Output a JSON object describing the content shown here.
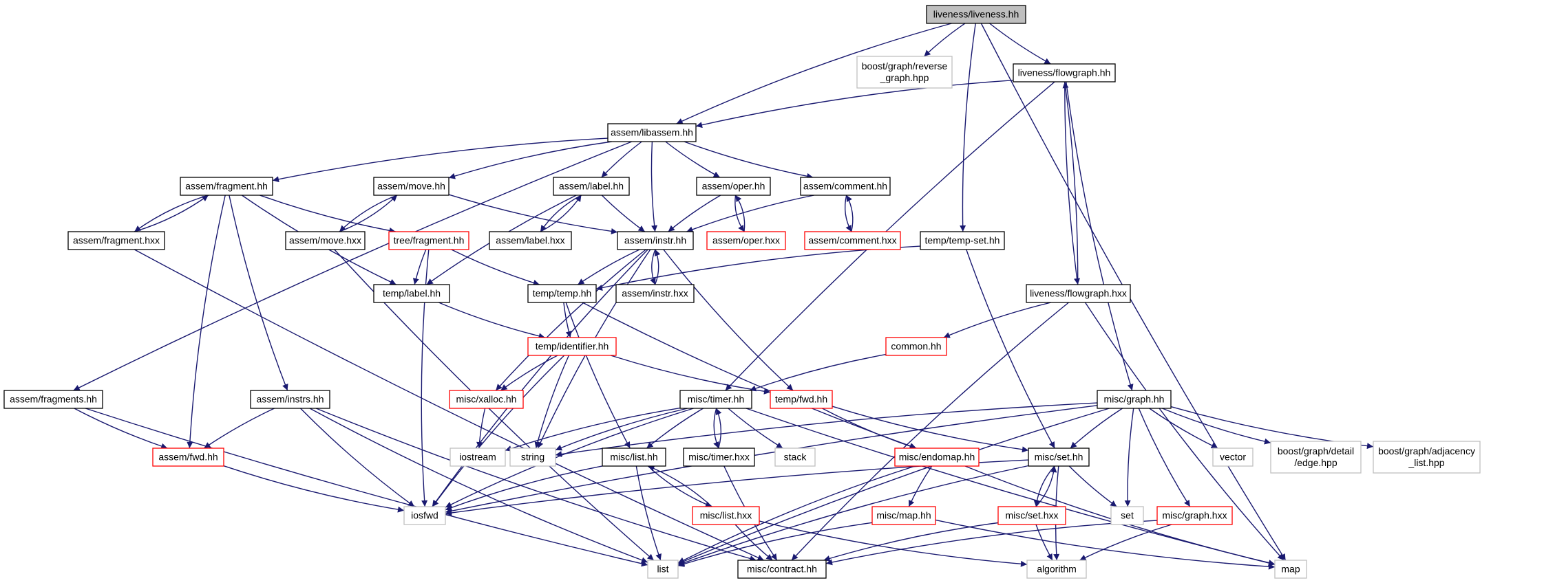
{
  "colors": {
    "edge": "#191970",
    "root_fill": "#bfbfbf",
    "documented_border": "#000000",
    "truncated_border": "#ff0000",
    "external_border": "#bfbfbf",
    "external_text": "#000000"
  },
  "nodes": [
    {
      "id": "root",
      "kind": "root",
      "lines": [
        "liveness/liveness.hh"
      ]
    },
    {
      "id": "reverse_graph",
      "kind": "external",
      "lines": [
        "boost/graph/reverse",
        "_graph.hpp"
      ]
    },
    {
      "id": "flowgraph_hh",
      "kind": "documented",
      "lines": [
        "liveness/flowgraph.hh"
      ]
    },
    {
      "id": "libassem",
      "kind": "documented",
      "lines": [
        "assem/libassem.hh"
      ]
    },
    {
      "id": "fragment_hh",
      "kind": "documented",
      "lines": [
        "assem/fragment.hh"
      ]
    },
    {
      "id": "move_hh",
      "kind": "documented",
      "lines": [
        "assem/move.hh"
      ]
    },
    {
      "id": "label_hh",
      "kind": "documented",
      "lines": [
        "assem/label.hh"
      ]
    },
    {
      "id": "oper_hh",
      "kind": "documented",
      "lines": [
        "assem/oper.hh"
      ]
    },
    {
      "id": "comment_hh",
      "kind": "documented",
      "lines": [
        "assem/comment.hh"
      ]
    },
    {
      "id": "fragment_hxx",
      "kind": "documented",
      "lines": [
        "assem/fragment.hxx"
      ]
    },
    {
      "id": "move_hxx",
      "kind": "documented",
      "lines": [
        "assem/move.hxx"
      ]
    },
    {
      "id": "tree_fragment",
      "kind": "truncated",
      "lines": [
        "tree/fragment.hh"
      ]
    },
    {
      "id": "label_hxx",
      "kind": "documented",
      "lines": [
        "assem/label.hxx"
      ]
    },
    {
      "id": "instr_hh",
      "kind": "documented",
      "lines": [
        "assem/instr.hh"
      ]
    },
    {
      "id": "oper_hxx",
      "kind": "truncated",
      "lines": [
        "assem/oper.hxx"
      ]
    },
    {
      "id": "comment_hxx",
      "kind": "truncated",
      "lines": [
        "assem/comment.hxx"
      ]
    },
    {
      "id": "temp_set",
      "kind": "documented",
      "lines": [
        "temp/temp-set.hh"
      ]
    },
    {
      "id": "temp_label",
      "kind": "documented",
      "lines": [
        "temp/label.hh"
      ]
    },
    {
      "id": "temp_temp",
      "kind": "documented",
      "lines": [
        "temp/temp.hh"
      ]
    },
    {
      "id": "instr_hxx",
      "kind": "documented",
      "lines": [
        "assem/instr.hxx"
      ]
    },
    {
      "id": "flowgraph_hxx",
      "kind": "documented",
      "lines": [
        "liveness/flowgraph.hxx"
      ]
    },
    {
      "id": "common_hh",
      "kind": "truncated",
      "lines": [
        "common.hh"
      ]
    },
    {
      "id": "identifier",
      "kind": "truncated",
      "lines": [
        "temp/identifier.hh"
      ]
    },
    {
      "id": "fragments_hh",
      "kind": "documented",
      "lines": [
        "assem/fragments.hh"
      ]
    },
    {
      "id": "instrs_hh",
      "kind": "documented",
      "lines": [
        "assem/instrs.hh"
      ]
    },
    {
      "id": "xalloc",
      "kind": "truncated",
      "lines": [
        "misc/xalloc.hh"
      ]
    },
    {
      "id": "timer_hh",
      "kind": "documented",
      "lines": [
        "misc/timer.hh"
      ]
    },
    {
      "id": "temp_fwd",
      "kind": "truncated",
      "lines": [
        "temp/fwd.hh"
      ]
    },
    {
      "id": "graph_hh",
      "kind": "documented",
      "lines": [
        "misc/graph.hh"
      ]
    },
    {
      "id": "assem_fwd",
      "kind": "truncated",
      "lines": [
        "assem/fwd.hh"
      ]
    },
    {
      "id": "iostream",
      "kind": "external",
      "lines": [
        "iostream"
      ]
    },
    {
      "id": "string",
      "kind": "external",
      "lines": [
        "string"
      ]
    },
    {
      "id": "list_hh",
      "kind": "documented",
      "lines": [
        "misc/list.hh"
      ]
    },
    {
      "id": "timer_hxx",
      "kind": "documented",
      "lines": [
        "misc/timer.hxx"
      ]
    },
    {
      "id": "stack",
      "kind": "external",
      "lines": [
        "stack"
      ]
    },
    {
      "id": "endomap",
      "kind": "truncated",
      "lines": [
        "misc/endomap.hh"
      ]
    },
    {
      "id": "set_hh",
      "kind": "documented",
      "lines": [
        "misc/set.hh"
      ]
    },
    {
      "id": "vector",
      "kind": "external",
      "lines": [
        "vector"
      ]
    },
    {
      "id": "edge_hpp",
      "kind": "external",
      "lines": [
        "boost/graph/detail",
        "/edge.hpp"
      ]
    },
    {
      "id": "adjacency",
      "kind": "external",
      "lines": [
        "boost/graph/adjacency",
        "_list.hpp"
      ]
    },
    {
      "id": "iosfwd",
      "kind": "external",
      "lines": [
        "iosfwd"
      ]
    },
    {
      "id": "list_hxx",
      "kind": "truncated",
      "lines": [
        "misc/list.hxx"
      ]
    },
    {
      "id": "map_hh",
      "kind": "truncated",
      "lines": [
        "misc/map.hh"
      ]
    },
    {
      "id": "set_hxx",
      "kind": "truncated",
      "lines": [
        "misc/set.hxx"
      ]
    },
    {
      "id": "set",
      "kind": "external",
      "lines": [
        "set"
      ]
    },
    {
      "id": "graph_hxx",
      "kind": "truncated",
      "lines": [
        "misc/graph.hxx"
      ]
    },
    {
      "id": "list",
      "kind": "external",
      "lines": [
        "list"
      ]
    },
    {
      "id": "contract",
      "kind": "documented",
      "lines": [
        "misc/contract.hh"
      ]
    },
    {
      "id": "algorithm",
      "kind": "external",
      "lines": [
        "algorithm"
      ]
    },
    {
      "id": "map",
      "kind": "external",
      "lines": [
        "map"
      ]
    }
  ],
  "edges": [
    [
      "root",
      "reverse_graph"
    ],
    [
      "root",
      "flowgraph_hh"
    ],
    [
      "root",
      "libassem"
    ],
    [
      "root",
      "temp_set"
    ],
    [
      "root",
      "map"
    ],
    [
      "flowgraph_hh",
      "libassem"
    ],
    [
      "flowgraph_hh",
      "flowgraph_hxx"
    ],
    [
      "flowgraph_hh",
      "graph_hh"
    ],
    [
      "flowgraph_hh",
      "timer_hh"
    ],
    [
      "libassem",
      "fragments_hh"
    ],
    [
      "libassem",
      "fragment_hh"
    ],
    [
      "libassem",
      "move_hh"
    ],
    [
      "libassem",
      "label_hh"
    ],
    [
      "libassem",
      "instr_hh"
    ],
    [
      "libassem",
      "oper_hh"
    ],
    [
      "libassem",
      "comment_hh"
    ],
    [
      "fragment_hh",
      "fragment_hxx"
    ],
    [
      "fragment_hh",
      "tree_fragment"
    ],
    [
      "fragment_hh",
      "temp_label"
    ],
    [
      "fragment_hh",
      "instrs_hh"
    ],
    [
      "fragment_hh",
      "assem_fwd"
    ],
    [
      "fragment_hxx",
      "fragment_hh"
    ],
    [
      "fragment_hxx",
      "contract"
    ],
    [
      "move_hh",
      "move_hxx"
    ],
    [
      "move_hh",
      "instr_hh"
    ],
    [
      "move_hxx",
      "move_hh"
    ],
    [
      "move_hxx",
      "list"
    ],
    [
      "label_hh",
      "label_hxx"
    ],
    [
      "label_hh",
      "instr_hh"
    ],
    [
      "label_hh",
      "temp_label"
    ],
    [
      "label_hxx",
      "label_hh"
    ],
    [
      "oper_hh",
      "instr_hh"
    ],
    [
      "oper_hh",
      "oper_hxx"
    ],
    [
      "oper_hxx",
      "oper_hh"
    ],
    [
      "comment_hh",
      "instr_hh"
    ],
    [
      "comment_hh",
      "comment_hxx"
    ],
    [
      "comment_hxx",
      "comment_hh"
    ],
    [
      "tree_fragment",
      "temp_label"
    ],
    [
      "tree_fragment",
      "temp_temp"
    ],
    [
      "tree_fragment",
      "iosfwd"
    ],
    [
      "instr_hh",
      "temp_temp"
    ],
    [
      "instr_hh",
      "instr_hxx"
    ],
    [
      "instr_hh",
      "xalloc"
    ],
    [
      "instr_hh",
      "iosfwd"
    ],
    [
      "instr_hh",
      "string"
    ],
    [
      "instr_hh",
      "temp_fwd"
    ],
    [
      "instr_hxx",
      "instr_hh"
    ],
    [
      "temp_set",
      "temp_temp"
    ],
    [
      "temp_set",
      "set_hh"
    ],
    [
      "temp_label",
      "identifier"
    ],
    [
      "temp_temp",
      "identifier"
    ],
    [
      "temp_temp",
      "list_hh"
    ],
    [
      "temp_temp",
      "endomap"
    ],
    [
      "flowgraph_hxx",
      "flowgraph_hh"
    ],
    [
      "flowgraph_hxx",
      "common_hh"
    ],
    [
      "flowgraph_hxx",
      "contract"
    ],
    [
      "flowgraph_hxx",
      "map"
    ],
    [
      "common_hh",
      "timer_hh"
    ],
    [
      "identifier",
      "xalloc"
    ],
    [
      "identifier",
      "temp_fwd"
    ],
    [
      "identifier",
      "string"
    ],
    [
      "identifier",
      "iosfwd"
    ],
    [
      "fragments_hh",
      "assem_fwd"
    ],
    [
      "fragments_hh",
      "list"
    ],
    [
      "instrs_hh",
      "assem_fwd"
    ],
    [
      "instrs_hh",
      "iosfwd"
    ],
    [
      "instrs_hh",
      "list"
    ],
    [
      "instrs_hh",
      "contract"
    ],
    [
      "xalloc",
      "iostream"
    ],
    [
      "timer_hh",
      "iostream"
    ],
    [
      "timer_hh",
      "string"
    ],
    [
      "timer_hh",
      "iosfwd"
    ],
    [
      "timer_hh",
      "list_hh"
    ],
    [
      "timer_hh",
      "timer_hxx"
    ],
    [
      "timer_hh",
      "stack"
    ],
    [
      "timer_hh",
      "map"
    ],
    [
      "temp_fwd",
      "endomap"
    ],
    [
      "temp_fwd",
      "set_hh"
    ],
    [
      "graph_hh",
      "string"
    ],
    [
      "graph_hh",
      "iosfwd"
    ],
    [
      "graph_hh",
      "list"
    ],
    [
      "graph_hh",
      "set_hh"
    ],
    [
      "graph_hh",
      "set"
    ],
    [
      "graph_hh",
      "vector"
    ],
    [
      "graph_hh",
      "edge_hpp"
    ],
    [
      "graph_hh",
      "adjacency"
    ],
    [
      "graph_hh",
      "graph_hxx"
    ],
    [
      "assem_fwd",
      "iosfwd"
    ],
    [
      "list_hh",
      "iosfwd"
    ],
    [
      "list_hh",
      "list"
    ],
    [
      "list_hh",
      "list_hxx"
    ],
    [
      "list_hxx",
      "list_hh"
    ],
    [
      "list_hxx",
      "contract"
    ],
    [
      "list_hxx",
      "algorithm"
    ],
    [
      "timer_hxx",
      "timer_hh"
    ],
    [
      "timer_hxx",
      "contract"
    ],
    [
      "endomap",
      "map_hh"
    ],
    [
      "endomap",
      "list"
    ],
    [
      "endomap",
      "map"
    ],
    [
      "set_hh",
      "set_hxx"
    ],
    [
      "set_hh",
      "set"
    ],
    [
      "set_hh",
      "algorithm"
    ],
    [
      "set_hh",
      "iosfwd"
    ],
    [
      "set_hh",
      "list"
    ],
    [
      "set_hxx",
      "set_hh"
    ],
    [
      "set_hxx",
      "algorithm"
    ],
    [
      "set_hxx",
      "contract"
    ],
    [
      "map_hh",
      "list"
    ],
    [
      "map_hh",
      "map"
    ],
    [
      "graph_hxx",
      "contract"
    ],
    [
      "graph_hxx",
      "algorithm"
    ]
  ]
}
